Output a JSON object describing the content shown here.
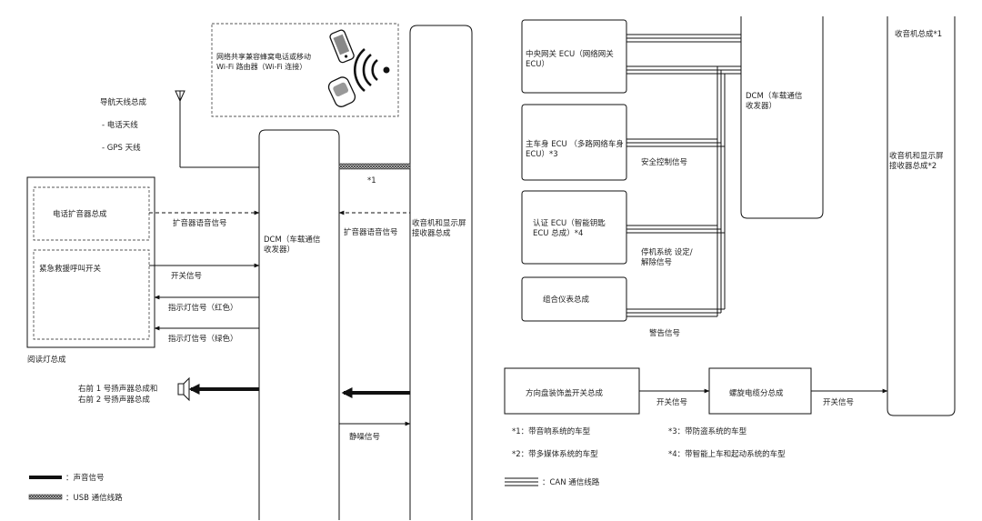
{
  "left": {
    "antenna": {
      "title": "导航天线总成",
      "items": [
        "- 电话天线",
        "- GPS 天线"
      ]
    },
    "wifi_box": {
      "lines": [
        "网络共享兼容蜂窝电话或移动",
        "Wi-Fi 路由器（Wi-Fi 连接）"
      ]
    },
    "dcm_lines": [
      "DCM（车载通信",
      "收发器）"
    ],
    "radio_lines": [
      "收音机和显示屏",
      "接收器总成"
    ],
    "phone_amp": "电话扩音器总成",
    "emergency_switch": "紧急救援呼叫开关",
    "reading_lamp": "阅读灯总成",
    "speaker_lines": [
      "右前 1 号扬声器总成和",
      "右前 2 号扬声器总成"
    ],
    "usb_note": "*1",
    "signals": {
      "amp_voice_1": "扩音器语音信号",
      "amp_voice_2": "扩音器语音信号",
      "switch": "开关信号",
      "ind_red": "指示灯信号（红色）",
      "ind_green": "指示灯信号（绿色）",
      "mute": "静噪信号"
    },
    "legend": {
      "sound": "：声音信号",
      "usb": "：USB 通信线路"
    }
  },
  "right": {
    "gateway_lines": [
      "中央网关 ECU（网络网关",
      "ECU）"
    ],
    "body_lines": [
      "主车身 ECU （多路网络车身",
      "ECU）*3"
    ],
    "cert_lines": [
      "认证 ECU（智能钥匙",
      "ECU 总成）*4"
    ],
    "meter": "组合仪表总成",
    "dcm_lines": [
      "DCM（车载通信",
      "收发器）"
    ],
    "radio_top": "收音机总成*1",
    "radio_mid_lines": [
      "收音机和显示屏",
      "接收器总成*2"
    ],
    "steering_switch": "方向盘装饰盖开关总成",
    "spiral_cable": "螺旋电缆分总成",
    "signals": {
      "security": "安全控制信号",
      "immob_lines": [
        "停机系统 设定/",
        "解除信号"
      ],
      "warning": "警告信号",
      "switch_1": "开关信号",
      "switch_2": "开关信号"
    },
    "notes": {
      "n1": "*1：带音响系统的车型",
      "n2": "*2：带多媒体系统的车型",
      "n3": "*3：带防盗系统的车型",
      "n4": "*4：带智能上车和起动系统的车型"
    },
    "legend": {
      "can": "：CAN 通信线路"
    }
  },
  "icons": {
    "antenna": "antenna-icon",
    "phone": "smartphone-icon",
    "router": "mobile-router-icon",
    "wifi": "wifi-signal-icon",
    "speaker": "speaker-icon"
  }
}
